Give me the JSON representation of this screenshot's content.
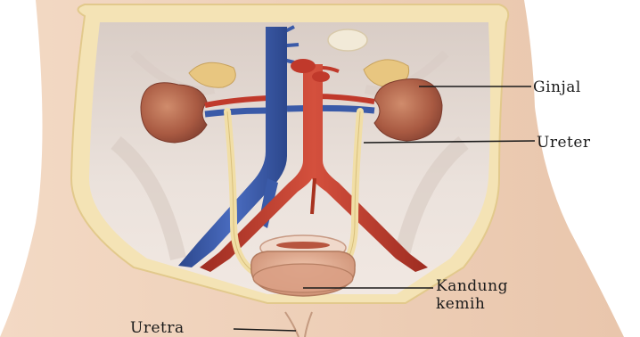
{
  "labels": {
    "ginjal": "Ginjal",
    "ureter": "Ureter",
    "kandung_line1": "Kandung",
    "kandung_line2": "kemih",
    "uretra": "Uretra"
  },
  "colors": {
    "skin": "#efd2bb",
    "skin_shadow": "#e2bea2",
    "cavity": "#e9dfd8",
    "fat_edge": "#f3e2b4",
    "kidney": "#b06048",
    "kidney_light": "#c97c5c",
    "vein": "#3a5aa8",
    "artery": "#c0392b",
    "ureter": "#f2dfa8",
    "bladder": "#e2ad92",
    "leader_line": "#1a1a1a"
  }
}
